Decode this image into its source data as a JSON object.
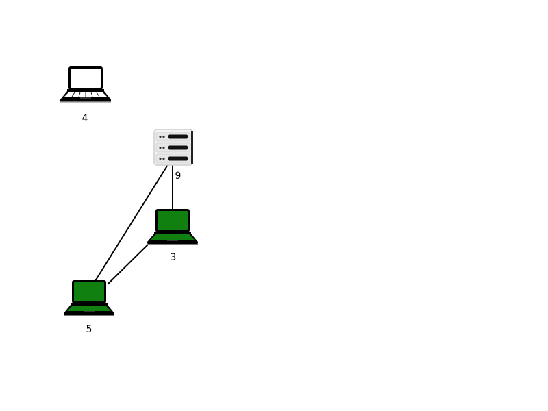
{
  "colors": {
    "active_laptop": "#108010",
    "inactive_laptop": "#ffffff",
    "edge": "#000000",
    "server_body": "#f4f4f4"
  },
  "nodes": [
    {
      "id": "4",
      "label": "4",
      "kind": "laptop-icon",
      "state": "inactive"
    },
    {
      "id": "9",
      "label": "9",
      "kind": "server-icon",
      "state": "server"
    },
    {
      "id": "3",
      "label": "3",
      "kind": "laptop-icon",
      "state": "active"
    },
    {
      "id": "5",
      "label": "5",
      "kind": "laptop-icon",
      "state": "active"
    }
  ],
  "edges": [
    {
      "from": "9",
      "to": "3"
    },
    {
      "from": "9",
      "to": "5"
    },
    {
      "from": "3",
      "to": "5"
    }
  ]
}
